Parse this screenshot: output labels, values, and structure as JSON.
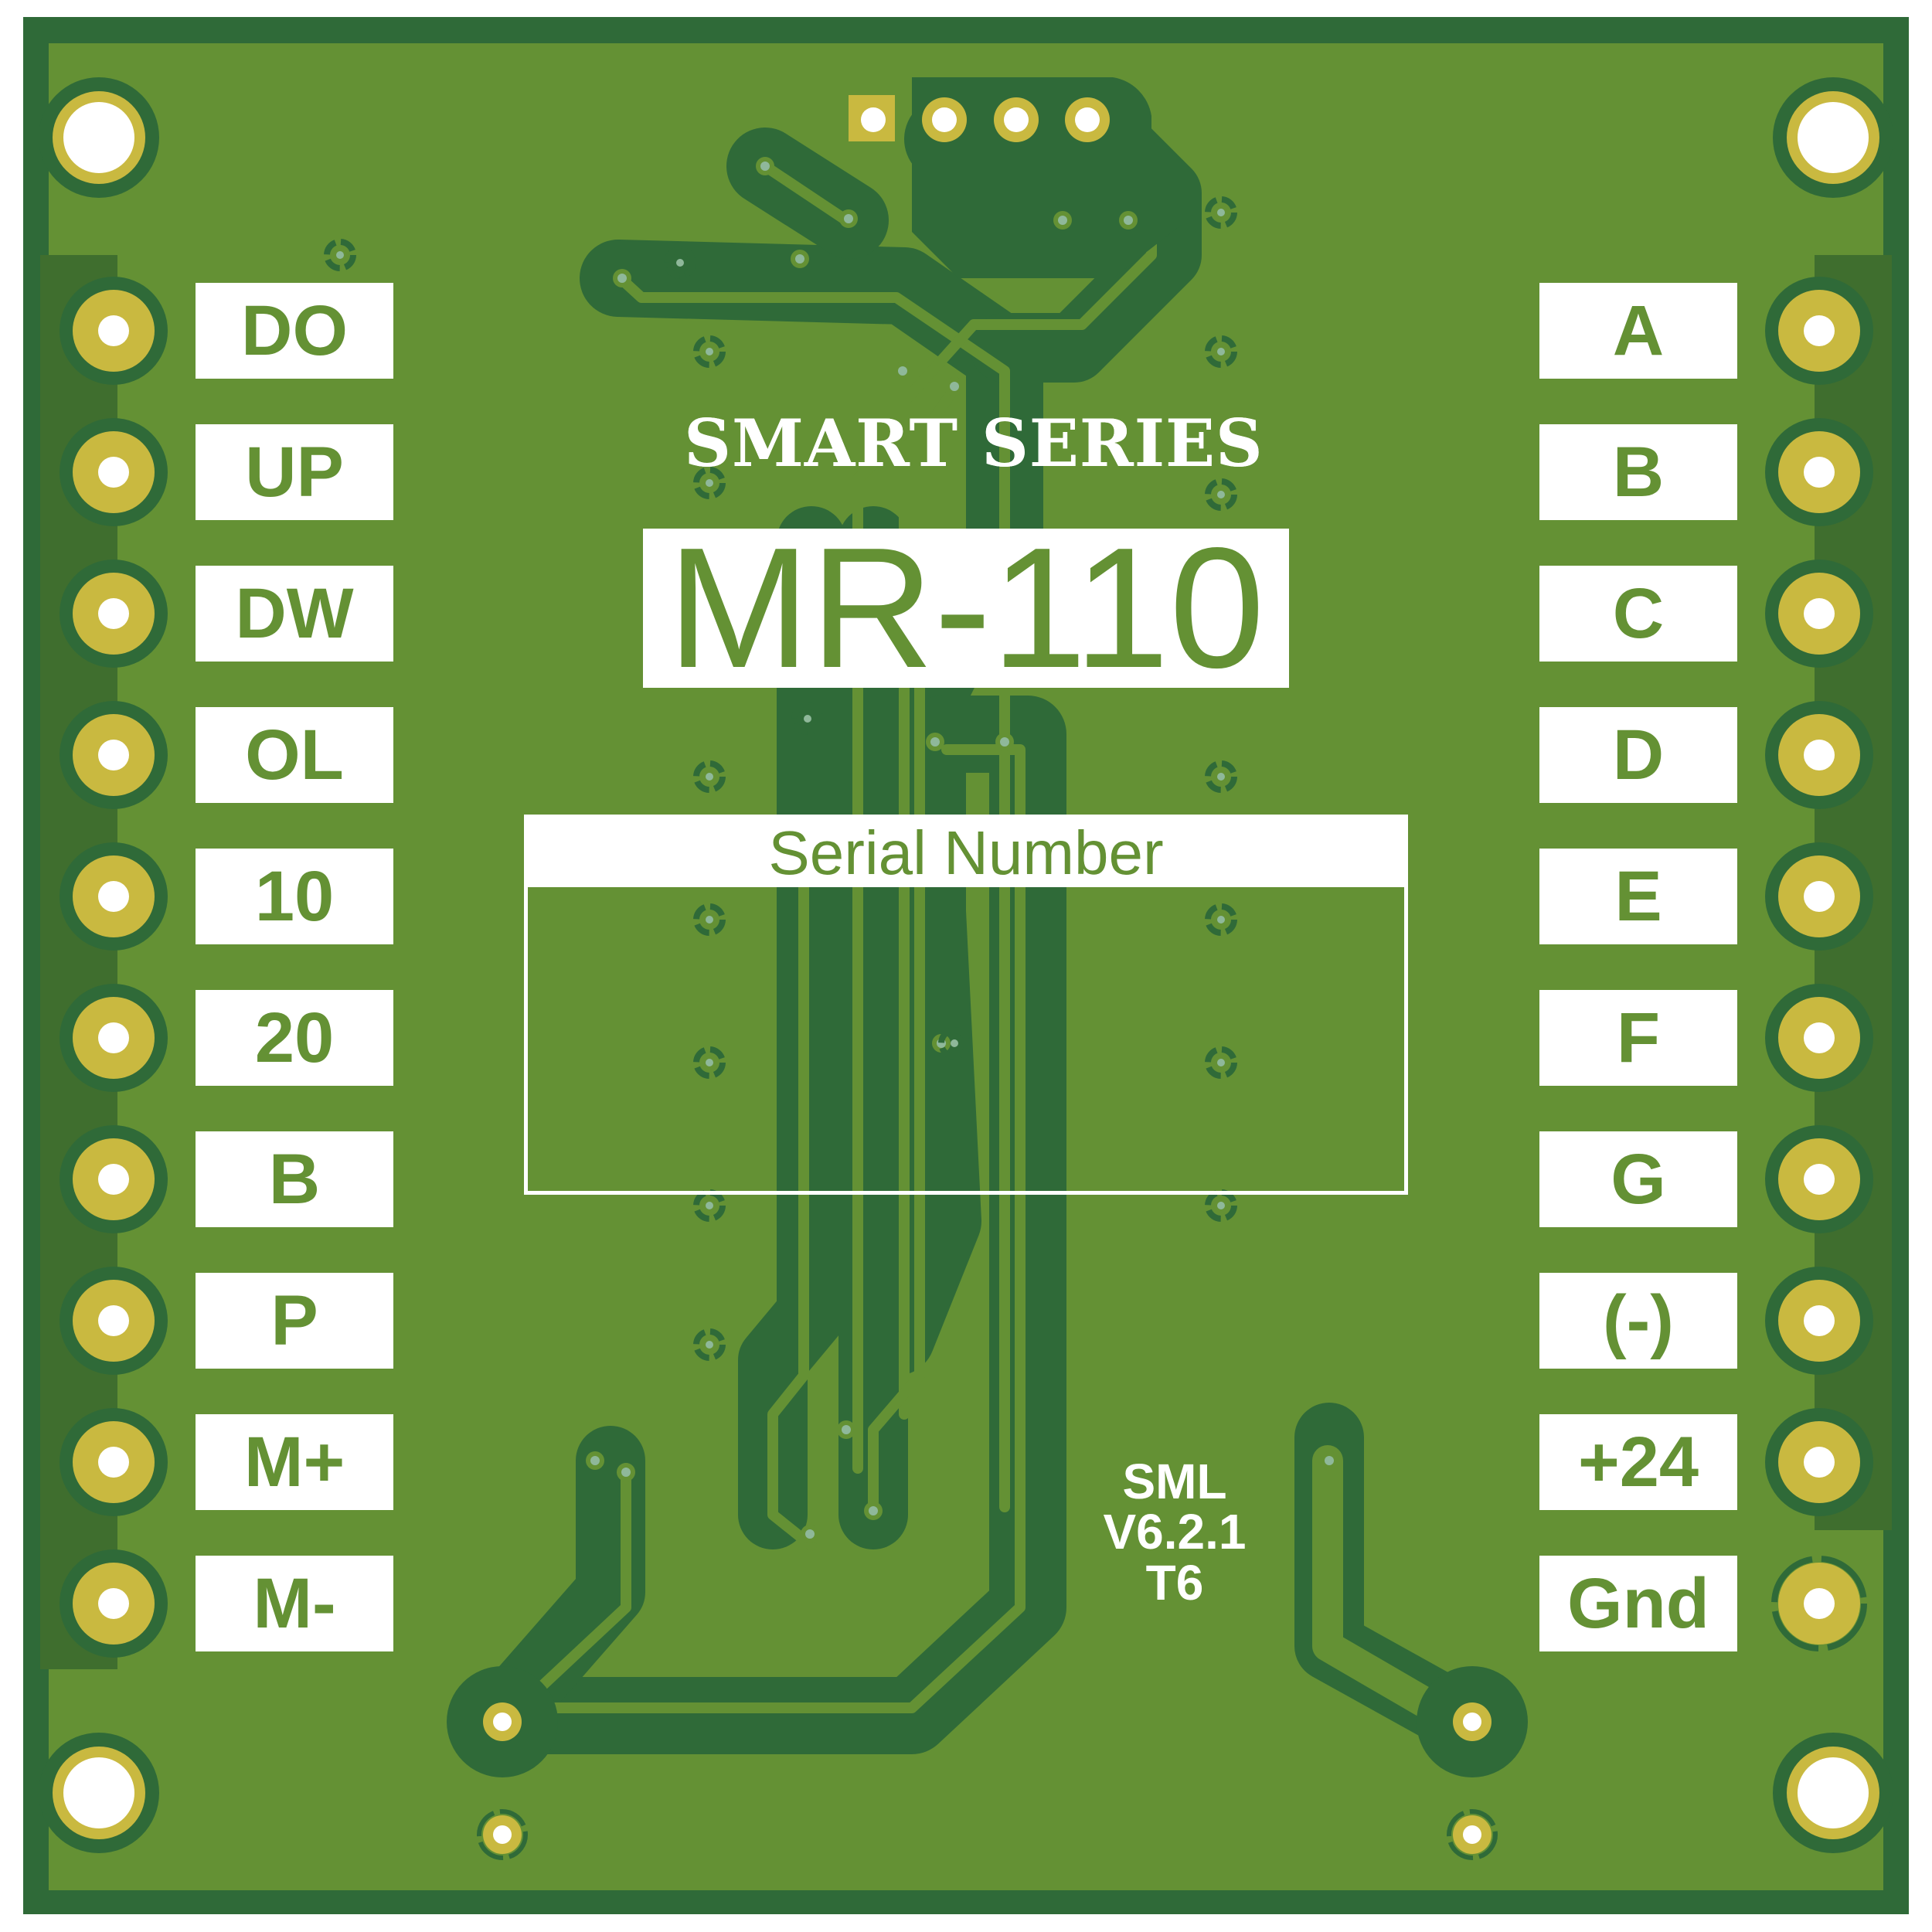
{
  "board": {
    "colors": {
      "copper_pour": "#649134",
      "soldermask_dark": "#2f6a38",
      "trace_mid": "#3f6e2e",
      "pad_gold": "#c9b940",
      "hole": "#ffffff",
      "via": "#8fb89a",
      "silkscreen": "#ffffff"
    },
    "branding": {
      "series": "SMART  SERIES",
      "model": "MR-110"
    },
    "serial_area": {
      "header": "Serial Number",
      "value": ""
    },
    "version": {
      "line1": "SML",
      "line2": "V6.2.1",
      "line3": "T6"
    },
    "left_pins": [
      {
        "label": "DO"
      },
      {
        "label": "UP"
      },
      {
        "label": "DW"
      },
      {
        "label": "OL"
      },
      {
        "label": "10"
      },
      {
        "label": "20"
      },
      {
        "label": "B"
      },
      {
        "label": "P"
      },
      {
        "label": "M+"
      },
      {
        "label": "M-"
      }
    ],
    "right_pins": [
      {
        "label": "A"
      },
      {
        "label": "B"
      },
      {
        "label": "C"
      },
      {
        "label": "D"
      },
      {
        "label": "E"
      },
      {
        "label": "F"
      },
      {
        "label": "G"
      },
      {
        "label": "(-)"
      },
      {
        "label": "+24"
      },
      {
        "label": "Gnd"
      }
    ],
    "top_header_pins": 4,
    "mounting_holes": 4
  }
}
